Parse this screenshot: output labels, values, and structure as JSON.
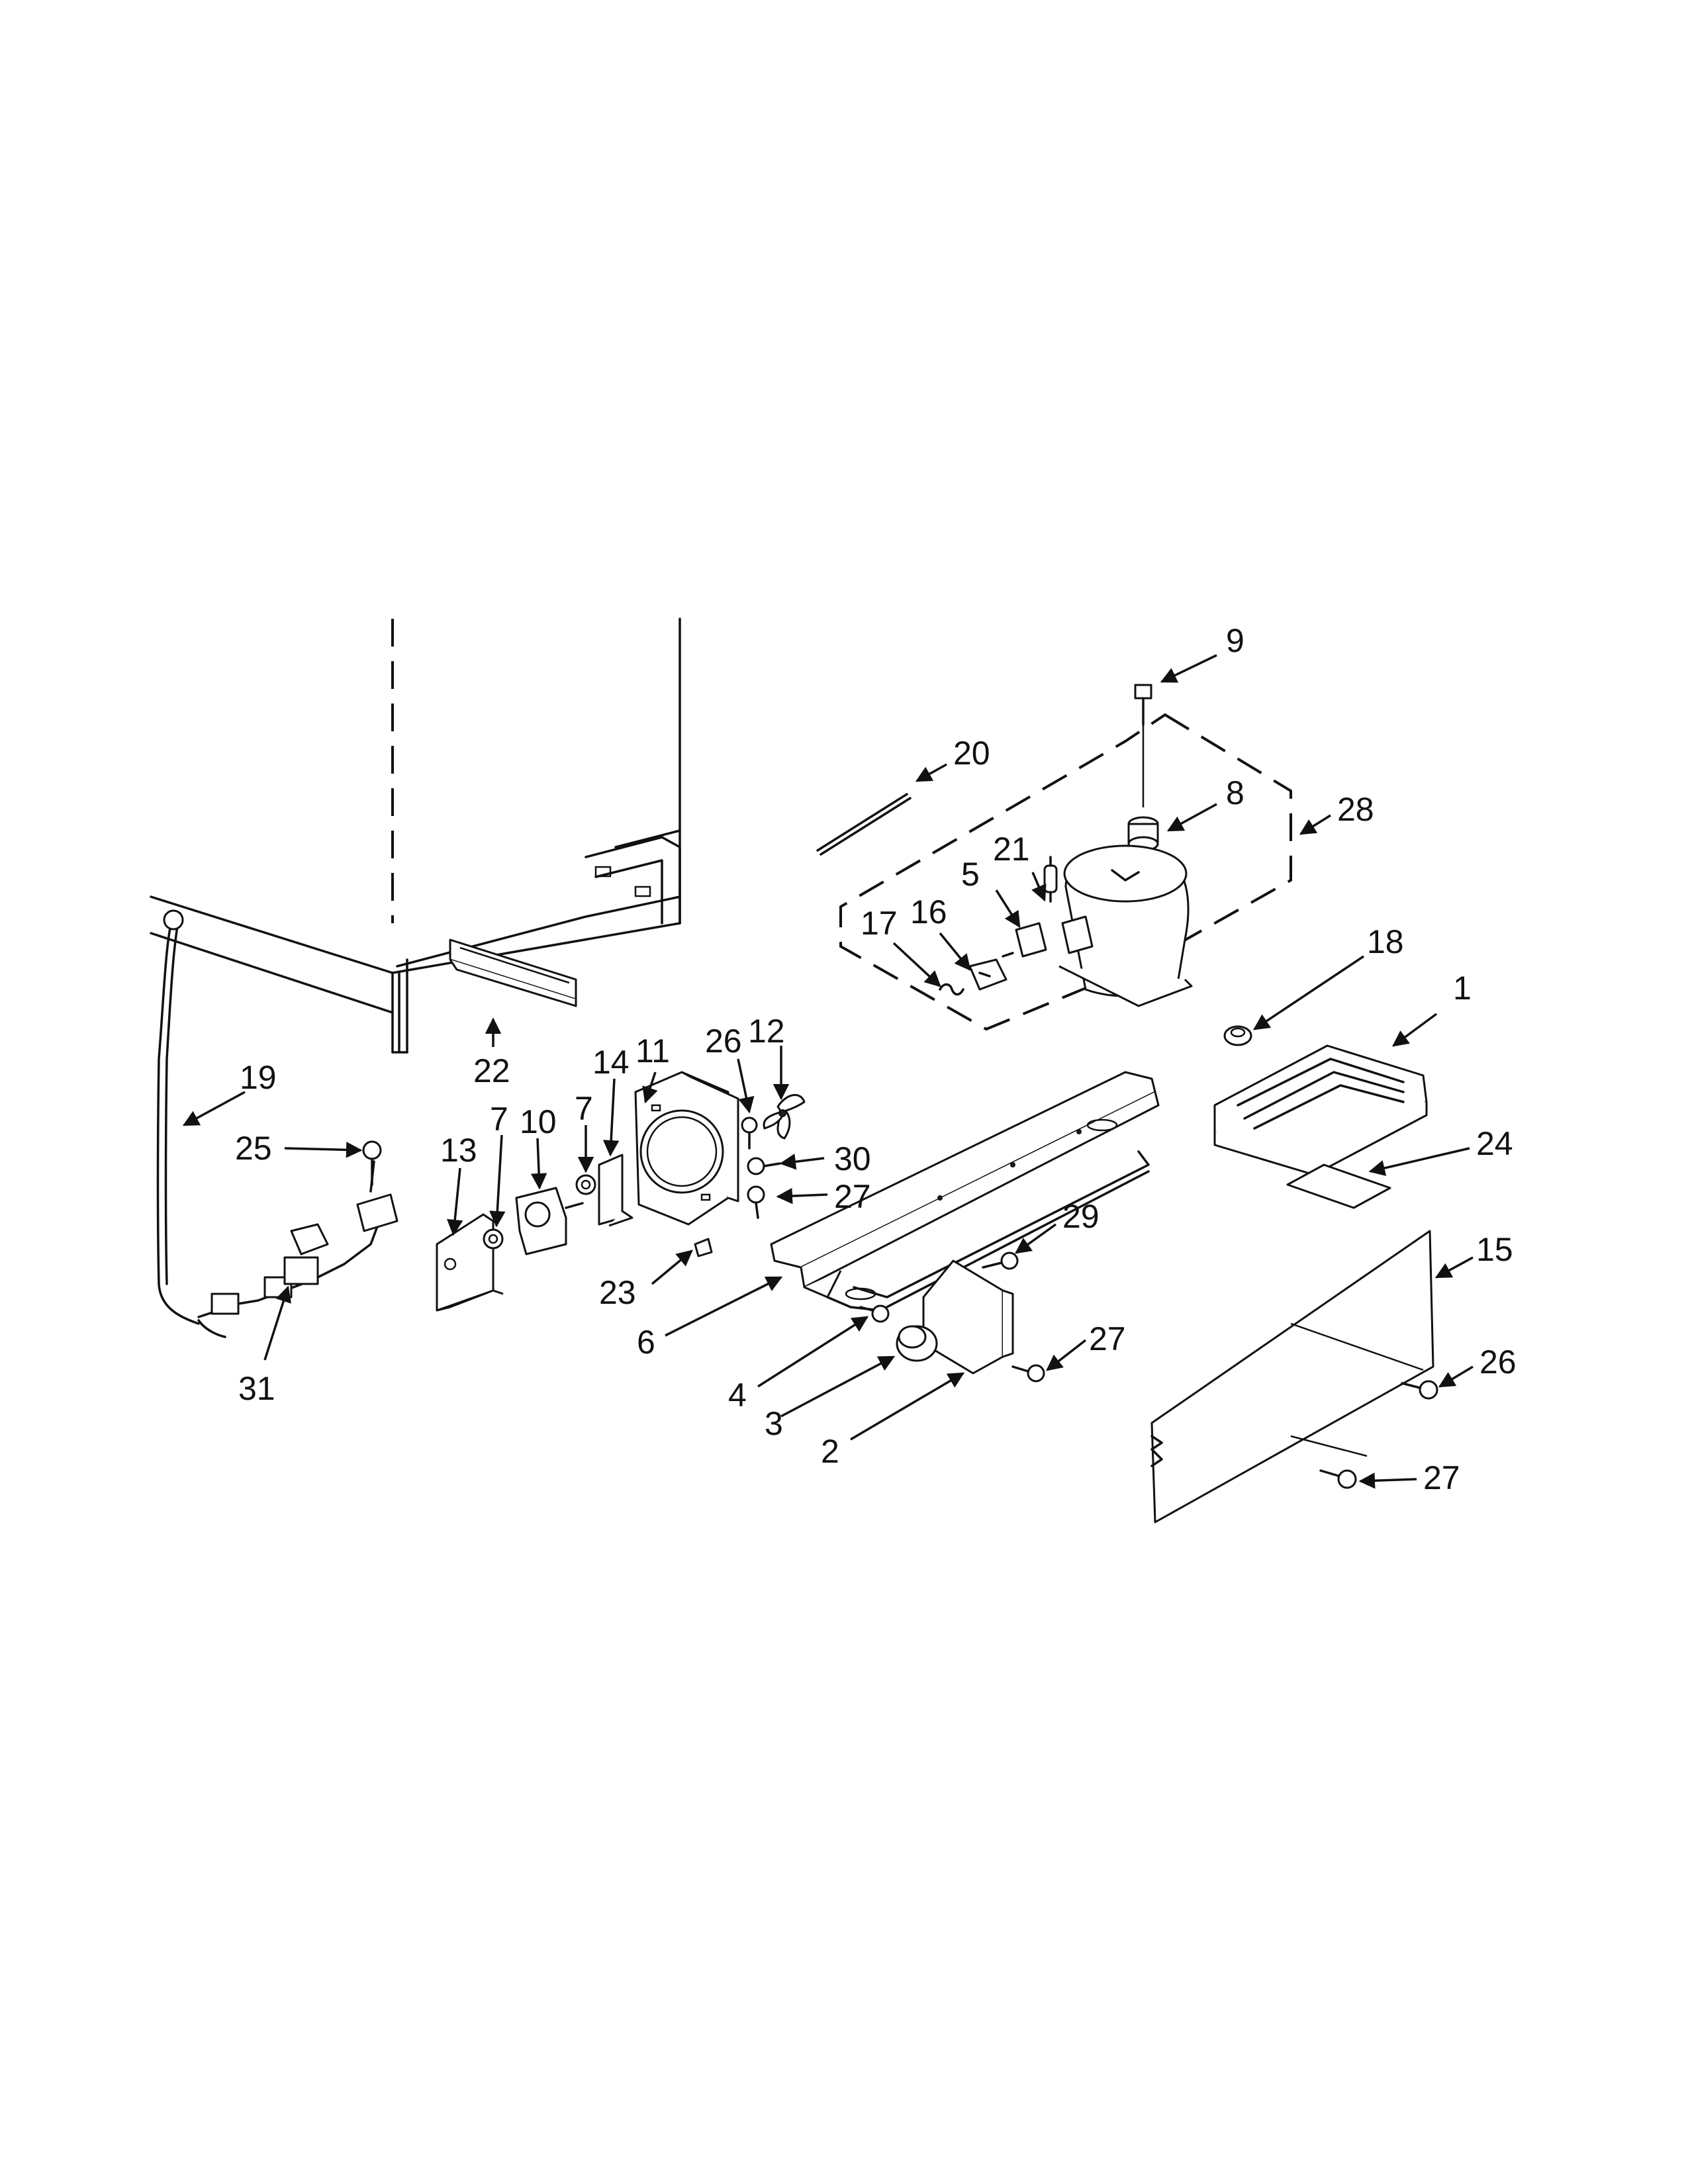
{
  "callouts": [
    {
      "id": "9",
      "label": "9"
    },
    {
      "id": "20",
      "label": "20"
    },
    {
      "id": "8",
      "label": "8"
    },
    {
      "id": "28",
      "label": "28"
    },
    {
      "id": "21",
      "label": "21"
    },
    {
      "id": "5",
      "label": "5"
    },
    {
      "id": "17",
      "label": "17"
    },
    {
      "id": "16",
      "label": "16"
    },
    {
      "id": "18",
      "label": "18"
    },
    {
      "id": "1",
      "label": "1"
    },
    {
      "id": "26a",
      "label": "26"
    },
    {
      "id": "12",
      "label": "12"
    },
    {
      "id": "11",
      "label": "11"
    },
    {
      "id": "30",
      "label": "30"
    },
    {
      "id": "27a",
      "label": "27"
    },
    {
      "id": "14",
      "label": "14"
    },
    {
      "id": "7a",
      "label": "7"
    },
    {
      "id": "10",
      "label": "10"
    },
    {
      "id": "7b",
      "label": "7"
    },
    {
      "id": "13",
      "label": "13"
    },
    {
      "id": "22",
      "label": "22"
    },
    {
      "id": "19",
      "label": "19"
    },
    {
      "id": "25",
      "label": "25"
    },
    {
      "id": "31",
      "label": "31"
    },
    {
      "id": "23",
      "label": "23"
    },
    {
      "id": "6",
      "label": "6"
    },
    {
      "id": "29",
      "label": "29"
    },
    {
      "id": "4",
      "label": "4"
    },
    {
      "id": "3",
      "label": "3"
    },
    {
      "id": "2",
      "label": "2"
    },
    {
      "id": "27b",
      "label": "27"
    },
    {
      "id": "24",
      "label": "24"
    },
    {
      "id": "15",
      "label": "15"
    },
    {
      "id": "26b",
      "label": "26"
    },
    {
      "id": "27c",
      "label": "27"
    }
  ]
}
